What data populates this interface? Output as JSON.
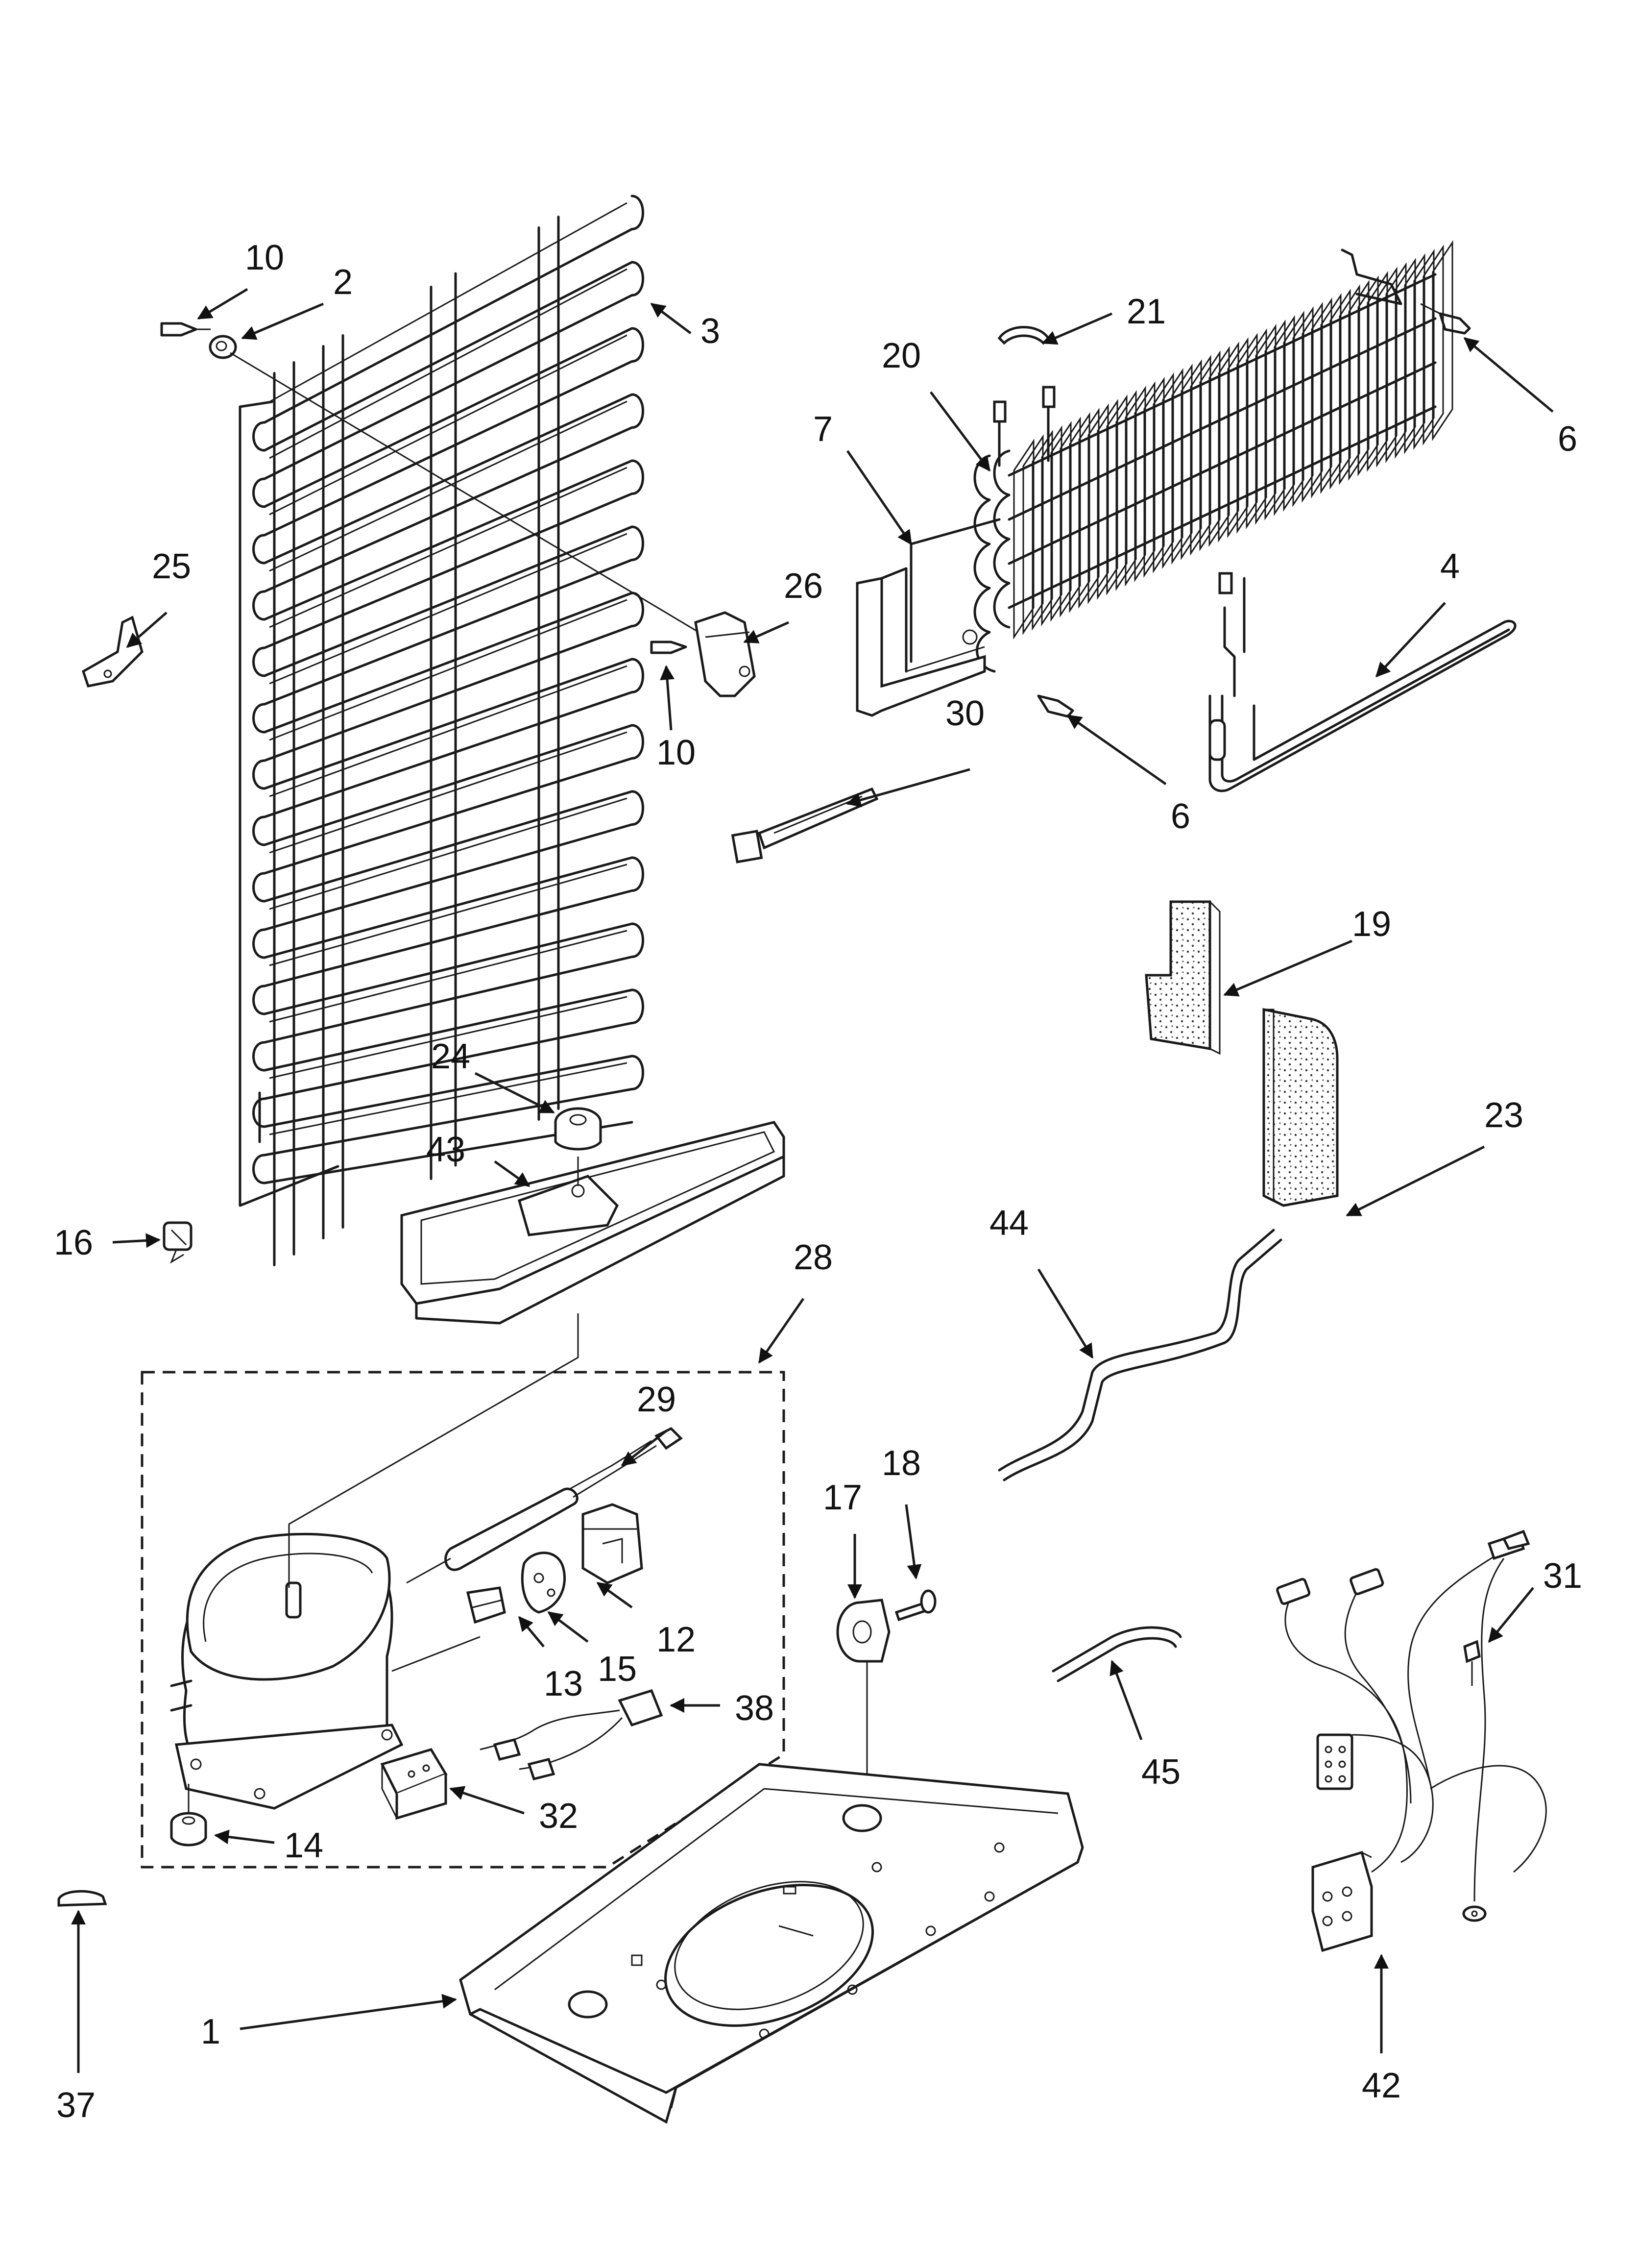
{
  "callouts": {
    "c1": "1",
    "c2": "2",
    "c3": "3",
    "c4": "4",
    "c6a": "6",
    "c6b": "6",
    "c7": "7",
    "c10a": "10",
    "c10b": "10",
    "c12": "12",
    "c13": "13",
    "c14": "14",
    "c15": "15",
    "c16": "16",
    "c17": "17",
    "c18": "18",
    "c19": "19",
    "c20": "20",
    "c21": "21",
    "c23": "23",
    "c24": "24",
    "c25": "25",
    "c26": "26",
    "c28": "28",
    "c29": "29",
    "c30": "30",
    "c31": "31",
    "c32": "32",
    "c37": "37",
    "c38": "38",
    "c42": "42",
    "c43": "43",
    "c44": "44",
    "c45": "45"
  },
  "icons": {
    "arrowhead": "filled-triangle-arrow"
  }
}
